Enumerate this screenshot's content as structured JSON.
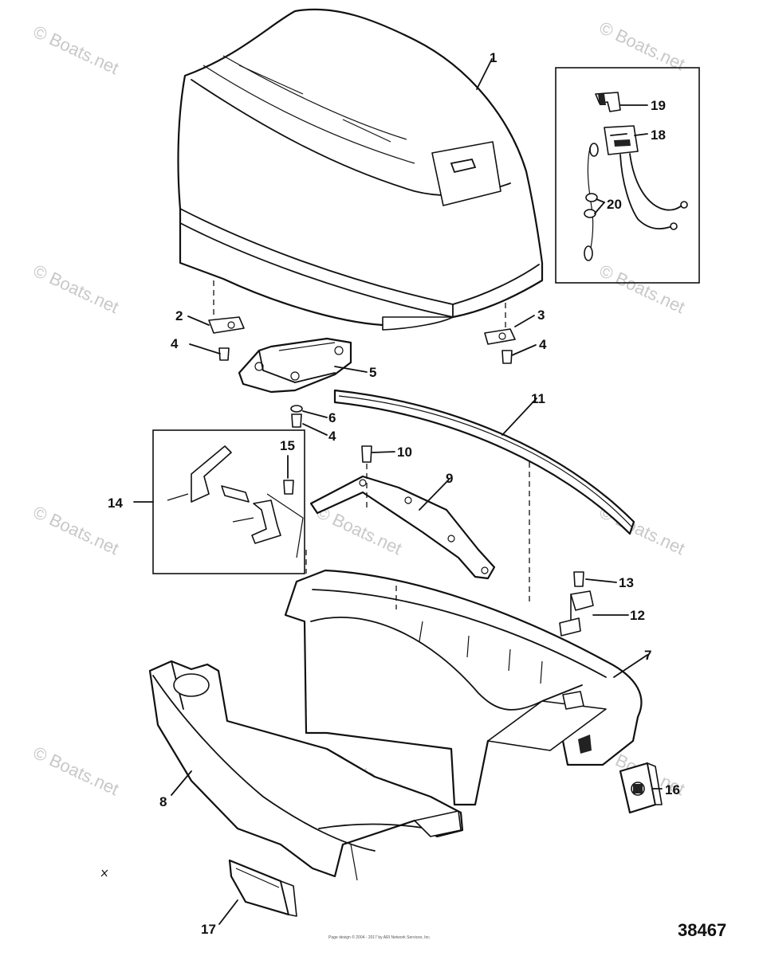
{
  "watermark": {
    "text": "© Boats.net"
  },
  "figure_number": "38467",
  "copyright_line": "Page design © 2004 - 2017 by ARI Network Services, Inc.",
  "callouts": [
    {
      "id": "1",
      "label": "1"
    },
    {
      "id": "2",
      "label": "2"
    },
    {
      "id": "3",
      "label": "3"
    },
    {
      "id": "4a",
      "label": "4"
    },
    {
      "id": "4b",
      "label": "4"
    },
    {
      "id": "4c",
      "label": "4"
    },
    {
      "id": "5",
      "label": "5"
    },
    {
      "id": "6",
      "label": "6"
    },
    {
      "id": "7",
      "label": "7"
    },
    {
      "id": "8",
      "label": "8"
    },
    {
      "id": "9",
      "label": "9"
    },
    {
      "id": "10",
      "label": "10"
    },
    {
      "id": "11",
      "label": "11"
    },
    {
      "id": "12",
      "label": "12"
    },
    {
      "id": "13",
      "label": "13"
    },
    {
      "id": "14",
      "label": "14"
    },
    {
      "id": "15",
      "label": "15"
    },
    {
      "id": "16",
      "label": "16"
    },
    {
      "id": "17",
      "label": "17"
    },
    {
      "id": "18",
      "label": "18"
    },
    {
      "id": "19",
      "label": "19"
    },
    {
      "id": "20",
      "label": "20"
    }
  ]
}
